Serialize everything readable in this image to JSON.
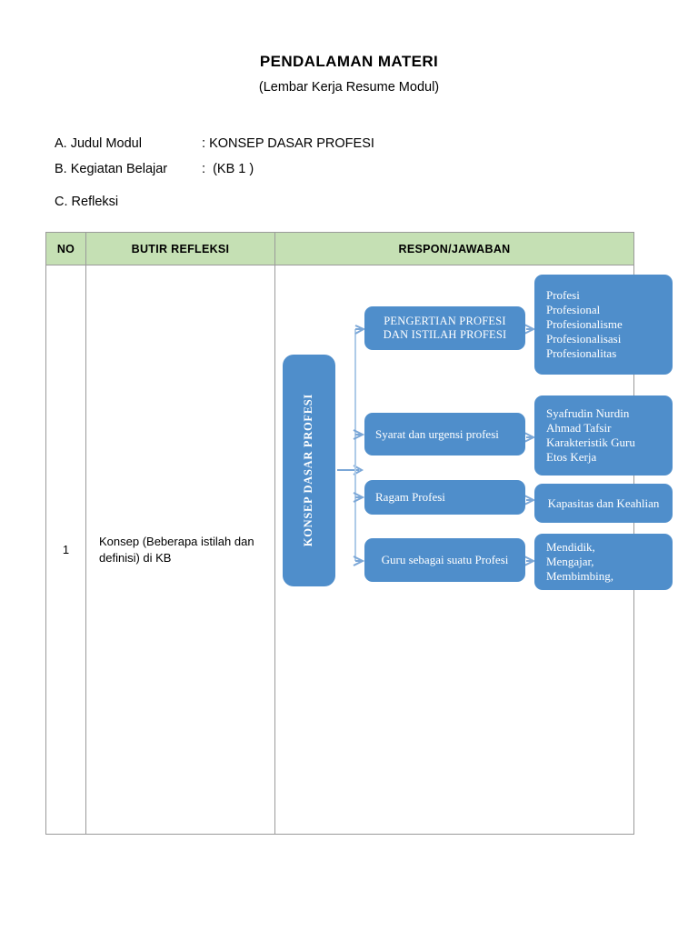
{
  "document": {
    "title": "PENDALAMAN MATERI",
    "subtitle": "(Lembar Kerja Resume Modul)",
    "fields": [
      {
        "label": "A. Judul Modul",
        "separator": ": ",
        "value": "KONSEP DASAR PROFESI"
      },
      {
        "label": "B. Kegiatan Belajar",
        "separator": ":  ",
        "value": "(KB 1 )"
      }
    ],
    "section_c": "C. Refleksi"
  },
  "table": {
    "headers": {
      "no": "NO",
      "butir": "BUTIR REFLEKSI",
      "respon": "RESPON/JAWABAN"
    },
    "rows": [
      {
        "no": "1",
        "butir": "Konsep (Beberapa istilah dan definisi) di KB"
      }
    ]
  },
  "diagram": {
    "root": "KONSEP DASAR PROFESI",
    "branches": [
      {
        "topic": "PENGERTIAN PROFESI DAN ISTILAH PROFESI",
        "detail": "Profesi\nProfesional\nProfesionalisme\nProfesionalisasi\nProfesionalitas"
      },
      {
        "topic": "Syarat dan urgensi profesi",
        "detail": "Syafrudin Nurdin\nAhmad Tafsir\nKarakteristik Guru\nEtos Kerja"
      },
      {
        "topic": "Ragam Profesi",
        "detail": "Kapasitas dan Keahlian"
      },
      {
        "topic": "Guru sebagai suatu Profesi",
        "detail": "Mendidik,\nMengajar,\nMembimbing,"
      }
    ],
    "colors": {
      "node_fill": "#4f8ecb",
      "node_text": "#ffffff",
      "connector": "#7ba7d7",
      "header_fill": "#c5e0b4",
      "table_border": "#9a9a9a"
    }
  }
}
